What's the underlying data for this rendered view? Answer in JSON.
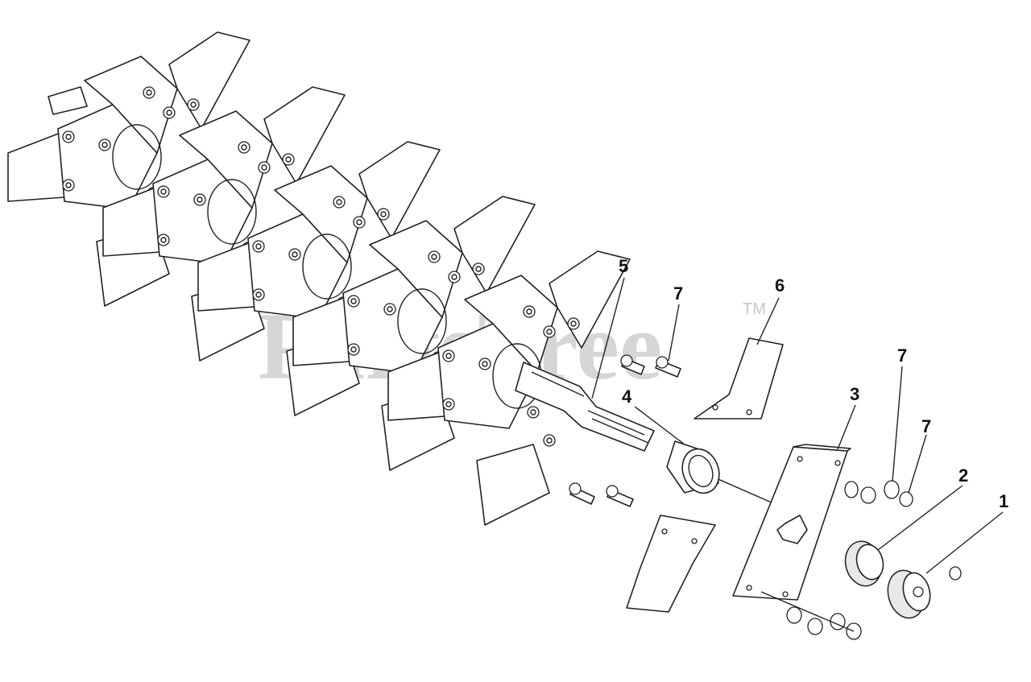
{
  "watermark": {
    "text": "PartsTree",
    "tm": "TM"
  },
  "callouts": [
    {
      "id": "callout-1",
      "label": "1"
    },
    {
      "id": "callout-2",
      "label": "2"
    },
    {
      "id": "callout-3",
      "label": "3"
    },
    {
      "id": "callout-4",
      "label": "4"
    },
    {
      "id": "callout-5",
      "label": "5"
    },
    {
      "id": "callout-6",
      "label": "6"
    },
    {
      "id": "callout-7a",
      "label": "7"
    },
    {
      "id": "callout-7b",
      "label": "7"
    },
    {
      "id": "callout-7c",
      "label": "7"
    }
  ]
}
